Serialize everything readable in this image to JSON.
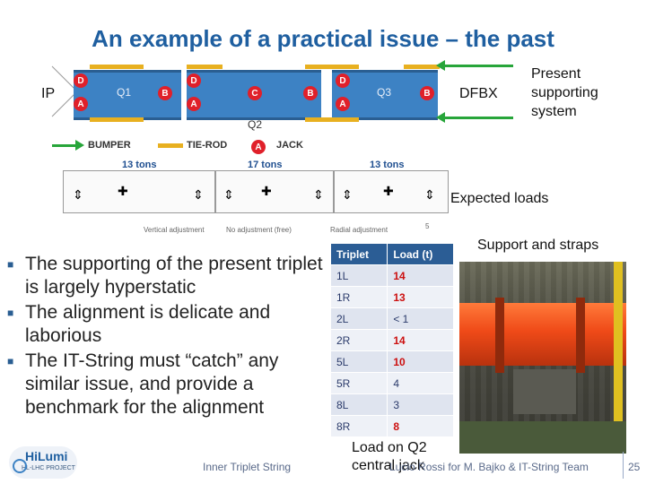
{
  "slide": {
    "title": "An example of a practical issue – the past",
    "page_number": "25"
  },
  "diagram": {
    "ip_label": "IP",
    "dfbx_label": "DFBX",
    "present_support": "Present supporting system",
    "magnets": [
      {
        "label": "Q1"
      },
      {
        "label": "Q2"
      },
      {
        "label": "Q3"
      }
    ],
    "badges": [
      "D",
      "A",
      "B",
      "D",
      "A",
      "C",
      "B",
      "D",
      "A",
      "B"
    ],
    "legend": {
      "bumper": "BUMPER",
      "tie_rod": "TIE-ROD",
      "jack_badge": "A",
      "jack": "JACK"
    },
    "tons": [
      "13 tons",
      "17 tons",
      "13 tons"
    ],
    "scheme_legend": {
      "vertical": "Vertical adjustment",
      "none": "No adjustment (free)",
      "radial": "Radial adjustment",
      "num": "5"
    },
    "expected_loads": "Expected loads"
  },
  "support_straps": "Support and straps",
  "bullets": [
    "The supporting of the present triplet is largely hyperstatic",
    "The alignment is delicate and laborious",
    "The IT-String must “catch” any similar issue, and provide a benchmark for the alignment"
  ],
  "table": {
    "headers": [
      "Triplet",
      "Load (t)"
    ],
    "rows": [
      {
        "triplet": "1L",
        "load": "14",
        "highlight": true
      },
      {
        "triplet": "1R",
        "load": "13",
        "highlight": true
      },
      {
        "triplet": "2L",
        "load": "< 1",
        "highlight": false
      },
      {
        "triplet": "2R",
        "load": "14",
        "highlight": true
      },
      {
        "triplet": "5L",
        "load": "10",
        "highlight": true
      },
      {
        "triplet": "5R",
        "load": "4",
        "highlight": false
      },
      {
        "triplet": "8L",
        "load": "3",
        "highlight": false
      },
      {
        "triplet": "8R",
        "load": "8",
        "highlight": true
      }
    ]
  },
  "load_caption": "Load on Q2 central jack",
  "footer": {
    "logo_main": "HiLumi",
    "logo_sub": "HL-LHC PROJECT",
    "left": "Inner Triplet String",
    "right": "Lucio Rossi for M. Bajko & IT-String Team"
  },
  "colors": {
    "title": "#1f5fa0",
    "magnet": "#3d82c4",
    "support": "#e8b020",
    "badge": "#e0202a",
    "arrow": "#27a53a"
  }
}
